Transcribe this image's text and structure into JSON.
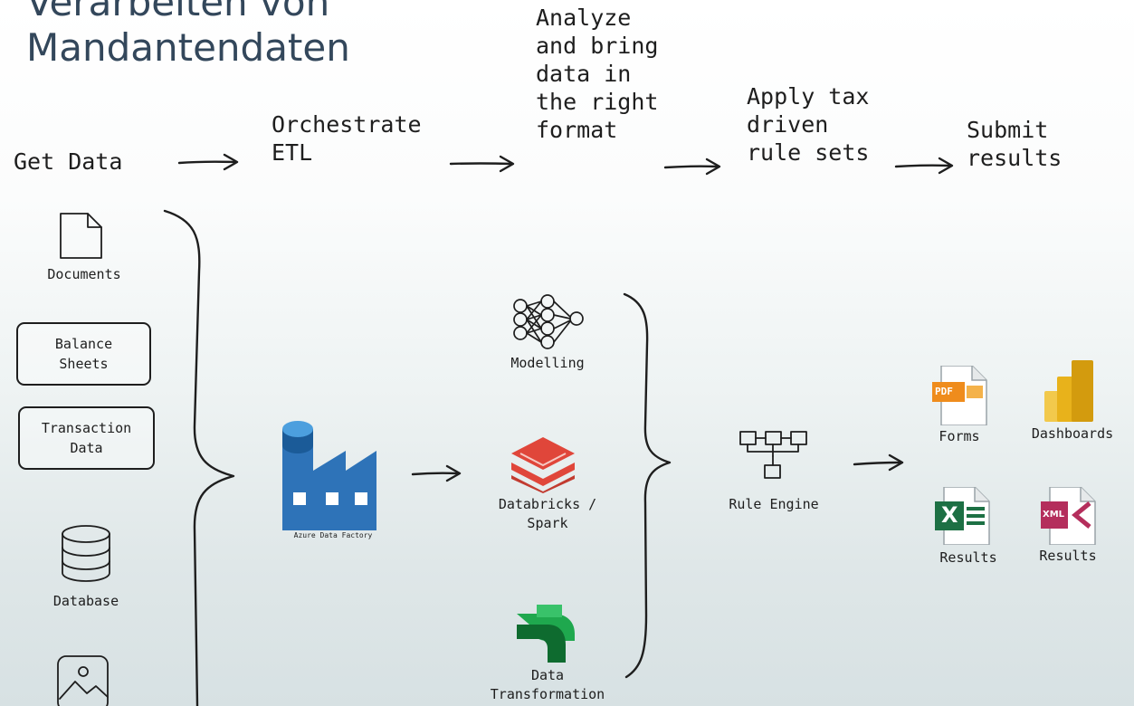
{
  "title": {
    "line1": "Verarbeiten von",
    "line2": "Mandantendaten"
  },
  "steps": {
    "get_data": "Get Data",
    "orchestrate": [
      "Orchestrate",
      "ETL"
    ],
    "analyze": [
      "Analyze",
      "and bring",
      "data in",
      "the right",
      "format"
    ],
    "apply": [
      "Apply tax",
      "driven",
      "rule sets"
    ],
    "submit": [
      "Submit",
      "results"
    ]
  },
  "sources": {
    "documents": "Documents",
    "balance": [
      "Balance",
      "Sheets"
    ],
    "transaction": [
      "Transaction",
      "Data"
    ],
    "database": "Database"
  },
  "etl": {
    "adf_label": "Azure Data Factory"
  },
  "processing": {
    "modelling": "Modelling",
    "databricks": [
      "Databricks /",
      "Spark"
    ],
    "transformation": [
      "Data",
      "Transformation"
    ]
  },
  "rules": {
    "rule_engine": "Rule Engine"
  },
  "outputs": {
    "forms": "Forms",
    "dashboards": "Dashboards",
    "results_excel": "Results",
    "results_xml": "Results",
    "pdf_badge": "PDF",
    "xml_badge": "XML",
    "excel_badge": "X"
  },
  "colors": {
    "title": "#33475b",
    "ink": "#1e1e1e",
    "azure": "#2e73b8",
    "databricks": "#e0463a",
    "transformation": "#1f7a3a",
    "pdf": "#ef8c1c",
    "powerbi": "#e8b21b",
    "excel": "#1d7044",
    "xml": "#b42e5c"
  }
}
